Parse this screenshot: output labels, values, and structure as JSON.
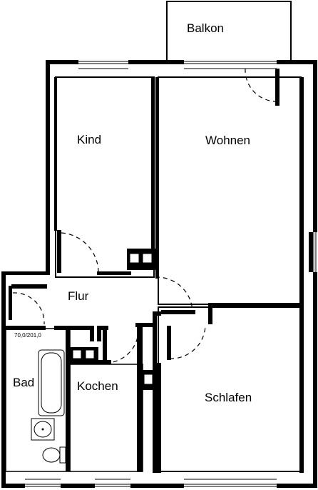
{
  "rooms": {
    "balkon": "Balkon",
    "kind": "Kind",
    "wohnen": "Wohnen",
    "flur": "Flur",
    "bad": "Bad",
    "kochen": "Kochen",
    "schlafen": "Schlafen"
  },
  "annotations": {
    "window_size": "70,0/201,0"
  }
}
